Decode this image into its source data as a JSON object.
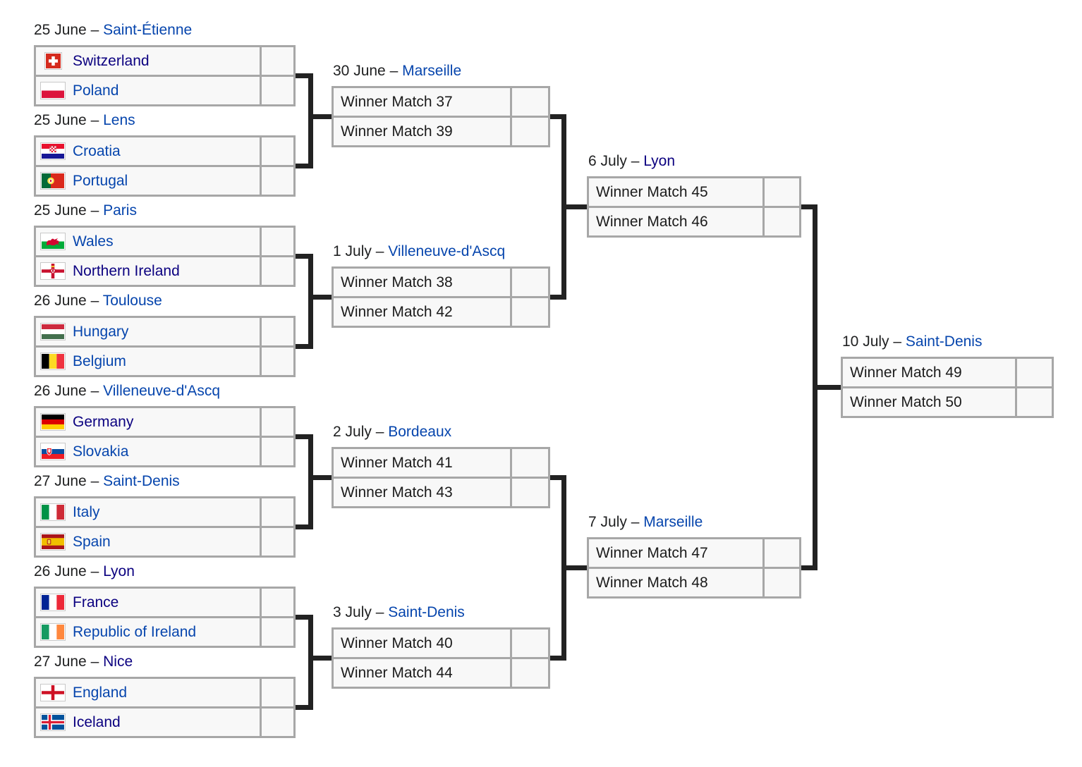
{
  "separator": "–",
  "colors": {
    "link": "#0645ad",
    "visited_link": "#0b0080",
    "text": "#202122",
    "box_background": "#f8f8f8",
    "box_border": "#a7a7a7",
    "connector": "#222222",
    "page_background": "#ffffff"
  },
  "r16": [
    {
      "date": "25 June",
      "city": "Saint-Étienne",
      "teams": [
        {
          "name": "Switzerland",
          "flag": "switzerland"
        },
        {
          "name": "Poland",
          "flag": "poland"
        }
      ],
      "scores": [
        "",
        ""
      ]
    },
    {
      "date": "25 June",
      "city": "Lens",
      "teams": [
        {
          "name": "Croatia",
          "flag": "croatia"
        },
        {
          "name": "Portugal",
          "flag": "portugal"
        }
      ],
      "scores": [
        "",
        ""
      ]
    },
    {
      "date": "25 June",
      "city": "Paris",
      "teams": [
        {
          "name": "Wales",
          "flag": "wales"
        },
        {
          "name": "Northern Ireland",
          "flag": "northern-ireland"
        }
      ],
      "scores": [
        "",
        ""
      ]
    },
    {
      "date": "26 June",
      "city": "Toulouse",
      "teams": [
        {
          "name": "Hungary",
          "flag": "hungary"
        },
        {
          "name": "Belgium",
          "flag": "belgium"
        }
      ],
      "scores": [
        "",
        ""
      ]
    },
    {
      "date": "26 June",
      "city": "Villeneuve-d'Ascq",
      "teams": [
        {
          "name": "Germany",
          "flag": "germany"
        },
        {
          "name": "Slovakia",
          "flag": "slovakia"
        }
      ],
      "scores": [
        "",
        ""
      ]
    },
    {
      "date": "27 June",
      "city": "Saint-Denis",
      "teams": [
        {
          "name": "Italy",
          "flag": "italy"
        },
        {
          "name": "Spain",
          "flag": "spain"
        }
      ],
      "scores": [
        "",
        ""
      ]
    },
    {
      "date": "26 June",
      "city": "Lyon",
      "teams": [
        {
          "name": "France",
          "flag": "france"
        },
        {
          "name": "Republic of Ireland",
          "flag": "republic-of-ireland"
        }
      ],
      "scores": [
        "",
        ""
      ]
    },
    {
      "date": "27 June",
      "city": "Nice",
      "teams": [
        {
          "name": "England",
          "flag": "england"
        },
        {
          "name": "Iceland",
          "flag": "iceland"
        }
      ],
      "scores": [
        "",
        ""
      ]
    }
  ],
  "qf": [
    {
      "date": "30 June",
      "city": "Marseille",
      "slots": [
        "Winner Match 37",
        "Winner Match 39"
      ],
      "scores": [
        "",
        ""
      ]
    },
    {
      "date": "1 July",
      "city": "Villeneuve-d'Ascq",
      "slots": [
        "Winner Match 38",
        "Winner Match 42"
      ],
      "scores": [
        "",
        ""
      ]
    },
    {
      "date": "2 July",
      "city": "Bordeaux",
      "slots": [
        "Winner Match 41",
        "Winner Match 43"
      ],
      "scores": [
        "",
        ""
      ]
    },
    {
      "date": "3 July",
      "city": "Saint-Denis",
      "slots": [
        "Winner Match 40",
        "Winner Match 44"
      ],
      "scores": [
        "",
        ""
      ]
    }
  ],
  "sf": [
    {
      "date": "6 July",
      "city": "Lyon",
      "slots": [
        "Winner Match 45",
        "Winner Match 46"
      ],
      "scores": [
        "",
        ""
      ]
    },
    {
      "date": "7 July",
      "city": "Marseille",
      "slots": [
        "Winner Match 47",
        "Winner Match 48"
      ],
      "scores": [
        "",
        ""
      ]
    }
  ],
  "final": [
    {
      "date": "10 July",
      "city": "Saint-Denis",
      "slots": [
        "Winner Match 49",
        "Winner Match 50"
      ],
      "scores": [
        "",
        ""
      ]
    }
  ]
}
